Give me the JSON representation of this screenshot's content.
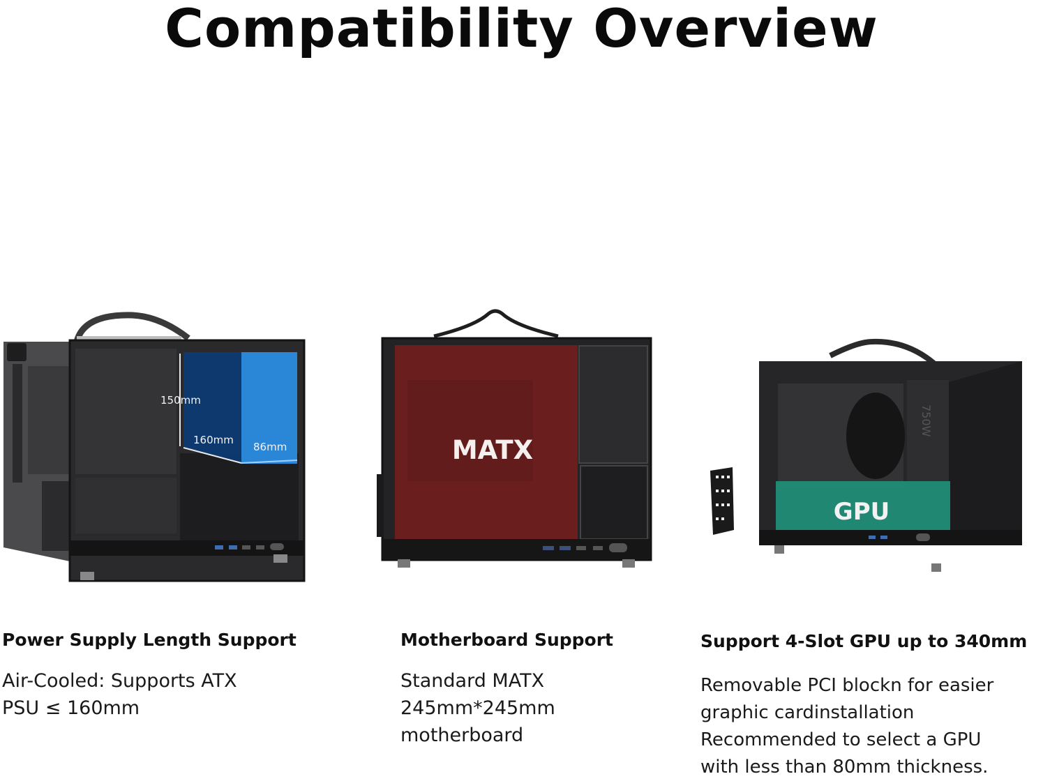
{
  "page": {
    "title": "Compatibility Overview"
  },
  "colors": {
    "psu_blue_dark": "#0d3a73",
    "psu_blue_light": "#2a86d6",
    "matx_red": "#6b1e1e",
    "gpu_teal": "#1f8f7a",
    "case_black": "#1c1c1e"
  },
  "panels": [
    {
      "id": "psu",
      "heading": "Power Supply Length Support",
      "body": "Air-Cooled:  Supports ATX\nPSU ≤ 160mm",
      "image_labels": {
        "height": "150mm",
        "length": "160mm",
        "width": "86mm"
      }
    },
    {
      "id": "motherboard",
      "heading": "Motherboard Support",
      "body": "Standard MATX\n245mm*245mm\nmotherboard",
      "image_labels": {
        "overlay": "MATX"
      }
    },
    {
      "id": "gpu",
      "heading": "Support 4-Slot GPU up to 340mm",
      "body": "Removable PCI blockn for easier\ngraphic cardinstallation\nRecommended to select a GPU\nwith less than 80mm thickness.",
      "image_labels": {
        "overlay": "GPU",
        "psu_rating": "750W"
      }
    }
  ]
}
